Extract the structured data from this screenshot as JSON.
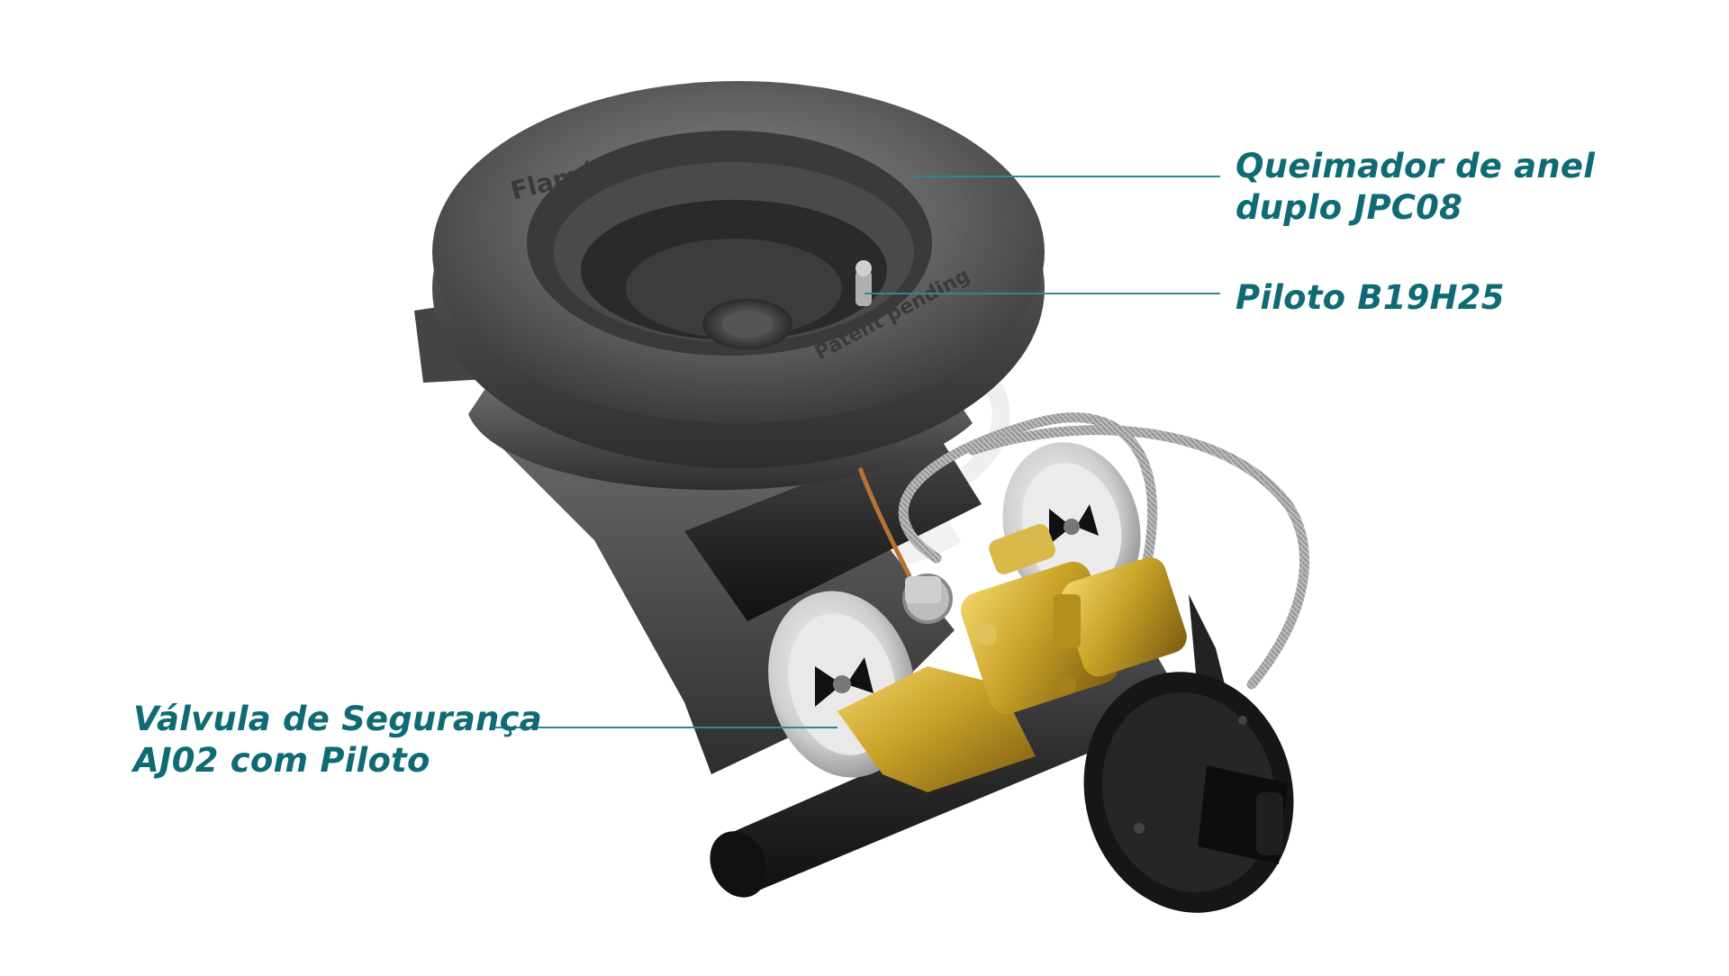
{
  "watermark": {
    "text": "ab",
    "color": "#c9c9c9"
  },
  "colors": {
    "label": "#0f6b73",
    "leader": "#2a8a92",
    "cast_iron": "#5b5b5b",
    "brass": "#c9a227",
    "knob": "#1a1a1a"
  },
  "burner": {
    "brand_text": "Flaméglo",
    "patent_text": "Patent pending"
  },
  "labels": {
    "burner": {
      "line1": "Queimador de anel",
      "line2": "duplo JPC08"
    },
    "pilot": {
      "line1": "Piloto B19H25"
    },
    "valve": {
      "line1": "Válvula de Segurança",
      "line2": "AJ02 com Piloto"
    }
  }
}
